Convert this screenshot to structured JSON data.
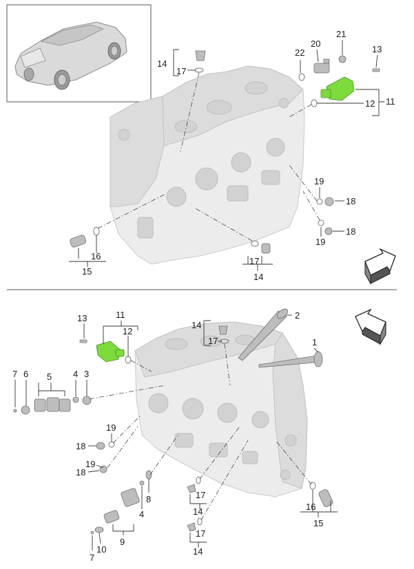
{
  "callouts_top": {
    "n14a": "14",
    "n17a": "17",
    "n22": "22",
    "n20": "20",
    "n21": "21",
    "n13": "13",
    "n11": "11",
    "n12": "12",
    "n19a": "19",
    "n18a": "18",
    "n19b": "19",
    "n18b": "18",
    "n16": "16",
    "n15": "15",
    "n17b": "17",
    "n14b": "14"
  },
  "callouts_bottom": {
    "n13": "13",
    "n11": "11",
    "n12": "12",
    "n14a": "14",
    "n17a": "17",
    "n2": "2",
    "n1": "1",
    "n7a": "7",
    "n6": "6",
    "n5": "5",
    "n4a": "4",
    "n3": "3",
    "n19a": "19",
    "n18a": "18",
    "n19b": "19",
    "n18b": "18",
    "n8": "8",
    "n4b": "4",
    "n9": "9",
    "n10": "10",
    "n7b": "7",
    "n17b": "17",
    "n14b": "14",
    "n17c": "17",
    "n14c": "14",
    "n16": "16",
    "n15": "15"
  },
  "colors": {
    "highlight": "#7ddc3c",
    "line": "#333333",
    "casting": "#ececec"
  },
  "icons": [
    "car-thumbnail-icon",
    "direction-arrow-forward-icon",
    "direction-arrow-back-icon"
  ]
}
